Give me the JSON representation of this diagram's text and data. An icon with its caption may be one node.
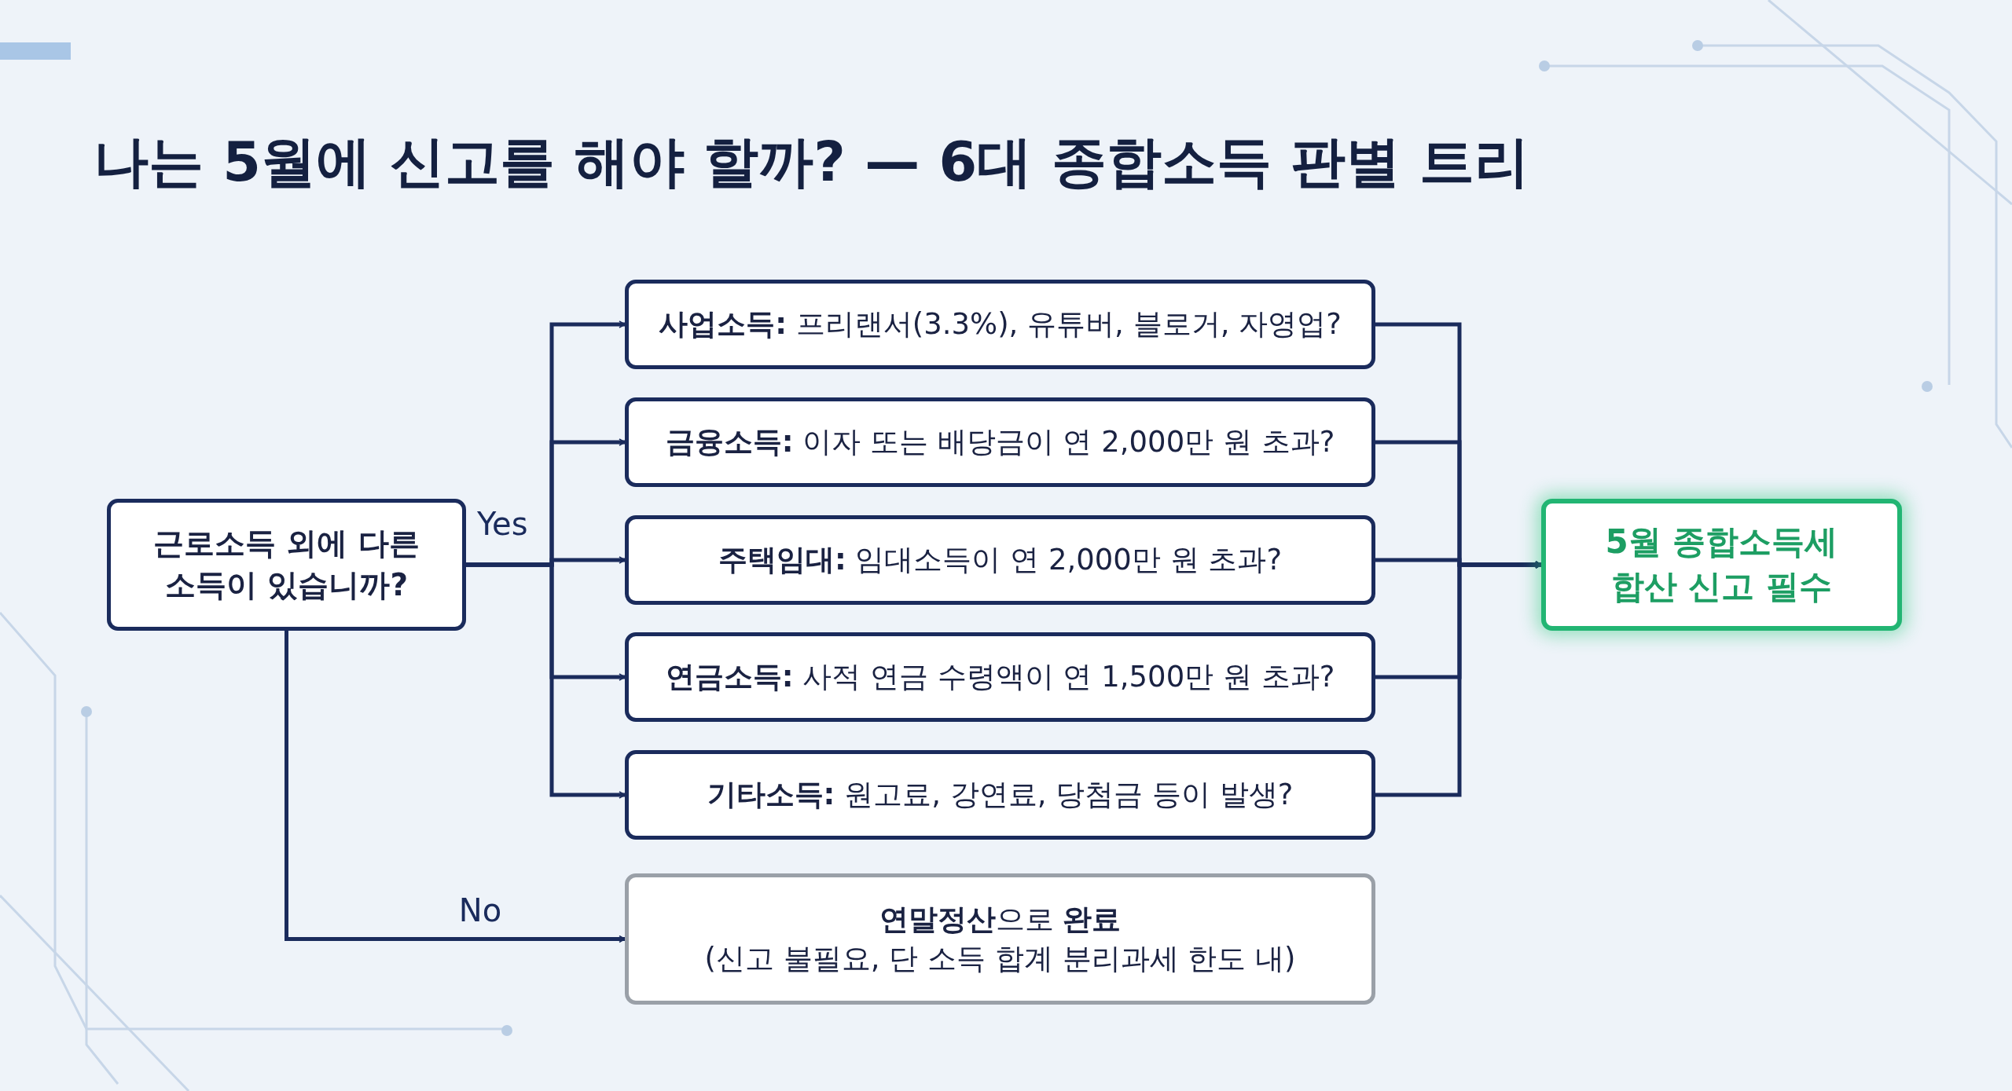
{
  "diagram": {
    "title": "나는 5월에 신고를 해야 할까? — 6대 종합소득 판별 트리",
    "nodes": [
      {
        "text": [
          "근로소득 외에 다른 소득이 있습니까?"
        ]
      },
      {
        "text": [
          "**사업소득:** 프리랜서(3.3%), 유튜버, 블로거, 자영업?"
        ]
      },
      {
        "text": [
          "**금융소득:** 이자 또는 배당금이 연 2,000만 원 초과?"
        ]
      },
      {
        "text": [
          "**주택임대:** 임대소득이 연 2,000만 원 초과?"
        ]
      },
      {
        "text": [
          "**연금소득:** 사적 연금 수령액이 연 1,500만 원 초과?"
        ]
      },
      {
        "text": [
          "**기타소득:** 원고료, 강연료, 당첨금 등이 발생?"
        ]
      },
      {
        "text": [
          "5월 종합소득세 합산 신고 필수"
        ]
      },
      {
        "text": [
          "**연말정산**으로 **완료**",
          "(신고 불필요, 단 소득 합계 분리과세 한도 내)"
        ]
      }
    ],
    "edges": [
      {
        "from": 0,
        "to": 1,
        "arrow": "to"
      },
      {
        "from": 0,
        "to": 2,
        "arrow": "to"
      },
      {
        "from": 0,
        "to": 3,
        "arrow": "to",
        "label": "Yes"
      },
      {
        "from": 0,
        "to": 4,
        "arrow": "to"
      },
      {
        "from": 0,
        "to": 5,
        "arrow": "to"
      },
      {
        "from": 1,
        "to": 6,
        "arrow": "to"
      },
      {
        "from": 2,
        "to": 6,
        "arrow": "to"
      },
      {
        "from": 3,
        "to": 6,
        "arrow": "to"
      },
      {
        "from": 4,
        "to": 6,
        "arrow": "to"
      },
      {
        "from": 5,
        "to": 6,
        "arrow": "to"
      },
      {
        "from": 0,
        "to": 7,
        "arrow": "to",
        "label": "No"
      }
    ]
  }
}
